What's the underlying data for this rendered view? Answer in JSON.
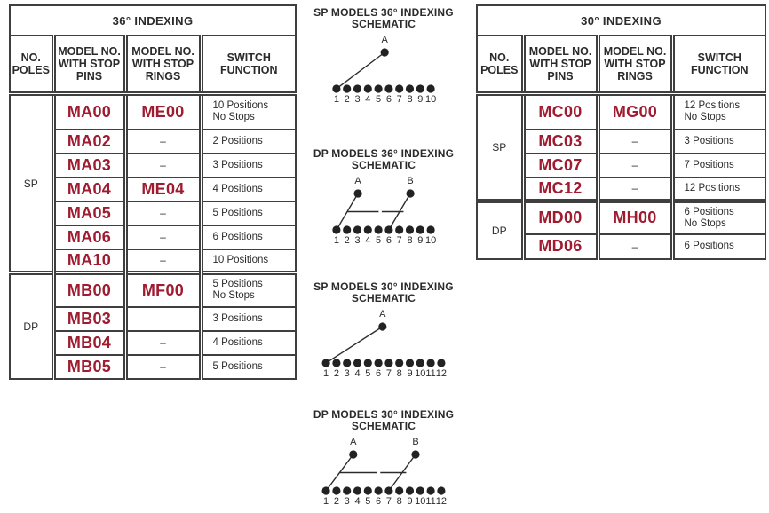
{
  "colors": {
    "model_red": "#9e1b30",
    "line": "#3f3f3f",
    "text": "#2b2b2b"
  },
  "tables": [
    {
      "title": "36° INDEXING",
      "columns": [
        [
          "NO.",
          "POLES"
        ],
        [
          "MODEL NO.",
          "WITH STOP",
          "PINS"
        ],
        [
          "MODEL NO.",
          "WITH STOP",
          "RINGS"
        ],
        [
          "SWITCH",
          "FUNCTION"
        ]
      ],
      "sections": [
        {
          "poles": "SP",
          "rows": [
            {
              "pins": "MA00",
              "rings": "ME00",
              "function": [
                "10 Positions",
                "No Stops"
              ]
            },
            {
              "pins": "MA02",
              "rings": "–",
              "function": [
                "2 Positions"
              ]
            },
            {
              "pins": "MA03",
              "rings": "–",
              "function": [
                "3 Positions"
              ]
            },
            {
              "pins": "MA04",
              "rings": "ME04",
              "function": [
                "4 Positions"
              ]
            },
            {
              "pins": "MA05",
              "rings": "–",
              "function": [
                "5 Positions"
              ]
            },
            {
              "pins": "MA06",
              "rings": "–",
              "function": [
                "6 Positions"
              ]
            },
            {
              "pins": "MA10",
              "rings": "–",
              "function": [
                "10 Positions"
              ]
            }
          ]
        },
        {
          "poles": "DP",
          "rows": [
            {
              "pins": "MB00",
              "rings": "MF00",
              "function": [
                "5 Positions",
                "No Stops"
              ]
            },
            {
              "pins": "MB03",
              "rings": "",
              "function": [
                "3 Positions"
              ]
            },
            {
              "pins": "MB04",
              "rings": "–",
              "function": [
                "4 Positions"
              ]
            },
            {
              "pins": "MB05",
              "rings": "–",
              "function": [
                "5 Positions"
              ]
            }
          ]
        }
      ]
    },
    {
      "title": "30° INDEXING",
      "columns": [
        [
          "NO.",
          "POLES"
        ],
        [
          "MODEL NO.",
          "WITH STOP",
          "PINS"
        ],
        [
          "MODEL NO.",
          "WITH STOP",
          "RINGS"
        ],
        [
          "SWITCH",
          "FUNCTION"
        ]
      ],
      "sections": [
        {
          "poles": "SP",
          "rows": [
            {
              "pins": "MC00",
              "rings": "MG00",
              "function": [
                "12 Positions",
                "No Stops"
              ]
            },
            {
              "pins": "MC03",
              "rings": "–",
              "function": [
                "3 Positions"
              ]
            },
            {
              "pins": "MC07",
              "rings": "–",
              "function": [
                "7 Positions"
              ]
            },
            {
              "pins": "MC12",
              "rings": "–",
              "function": [
                "12 Positions"
              ]
            }
          ]
        },
        {
          "poles": "DP",
          "rows": [
            {
              "pins": "MD00",
              "rings": "MH00",
              "function": [
                "6 Positions",
                "No Stops"
              ]
            },
            {
              "pins": "MD06",
              "rings": "–",
              "function": [
                "6 Positions"
              ]
            }
          ]
        }
      ]
    }
  ],
  "schematics": [
    {
      "title": [
        "SP MODELS 36° INDEXING",
        "SCHEMATIC"
      ],
      "contact_labels": [
        "1",
        "2",
        "3",
        "4",
        "5",
        "6",
        "7",
        "8",
        "9",
        "10"
      ],
      "poles": [
        {
          "label": "A",
          "above": 5.6,
          "connects_to": 1
        }
      ]
    },
    {
      "title": [
        "DP MODELS 36° INDEXING",
        "SCHEMATIC"
      ],
      "contact_labels": [
        "1",
        "2",
        "3",
        "4",
        "5",
        "6",
        "7",
        "8",
        "9",
        "10"
      ],
      "poles": [
        {
          "label": "A",
          "above": 3.05,
          "connects_to": 1
        },
        {
          "label": "B",
          "above": 8.05,
          "connects_to": 6
        }
      ]
    },
    {
      "title": [
        "SP MODELS 30° INDEXING",
        "SCHEMATIC"
      ],
      "contact_labels": [
        "1",
        "2",
        "3",
        "4",
        "5",
        "6",
        "7",
        "8",
        "9",
        "10",
        "11",
        "12"
      ],
      "poles": [
        {
          "label": "A",
          "above": 6.4,
          "connects_to": 1
        }
      ]
    },
    {
      "title": [
        "DP MODELS 30° INDEXING",
        "SCHEMATIC"
      ],
      "contact_labels": [
        "1",
        "2",
        "3",
        "4",
        "5",
        "6",
        "7",
        "8",
        "9",
        "10",
        "11",
        "12"
      ],
      "poles": [
        {
          "label": "A",
          "above": 3.6,
          "connects_to": 1
        },
        {
          "label": "B",
          "above": 9.55,
          "connects_to": 7
        }
      ]
    }
  ]
}
